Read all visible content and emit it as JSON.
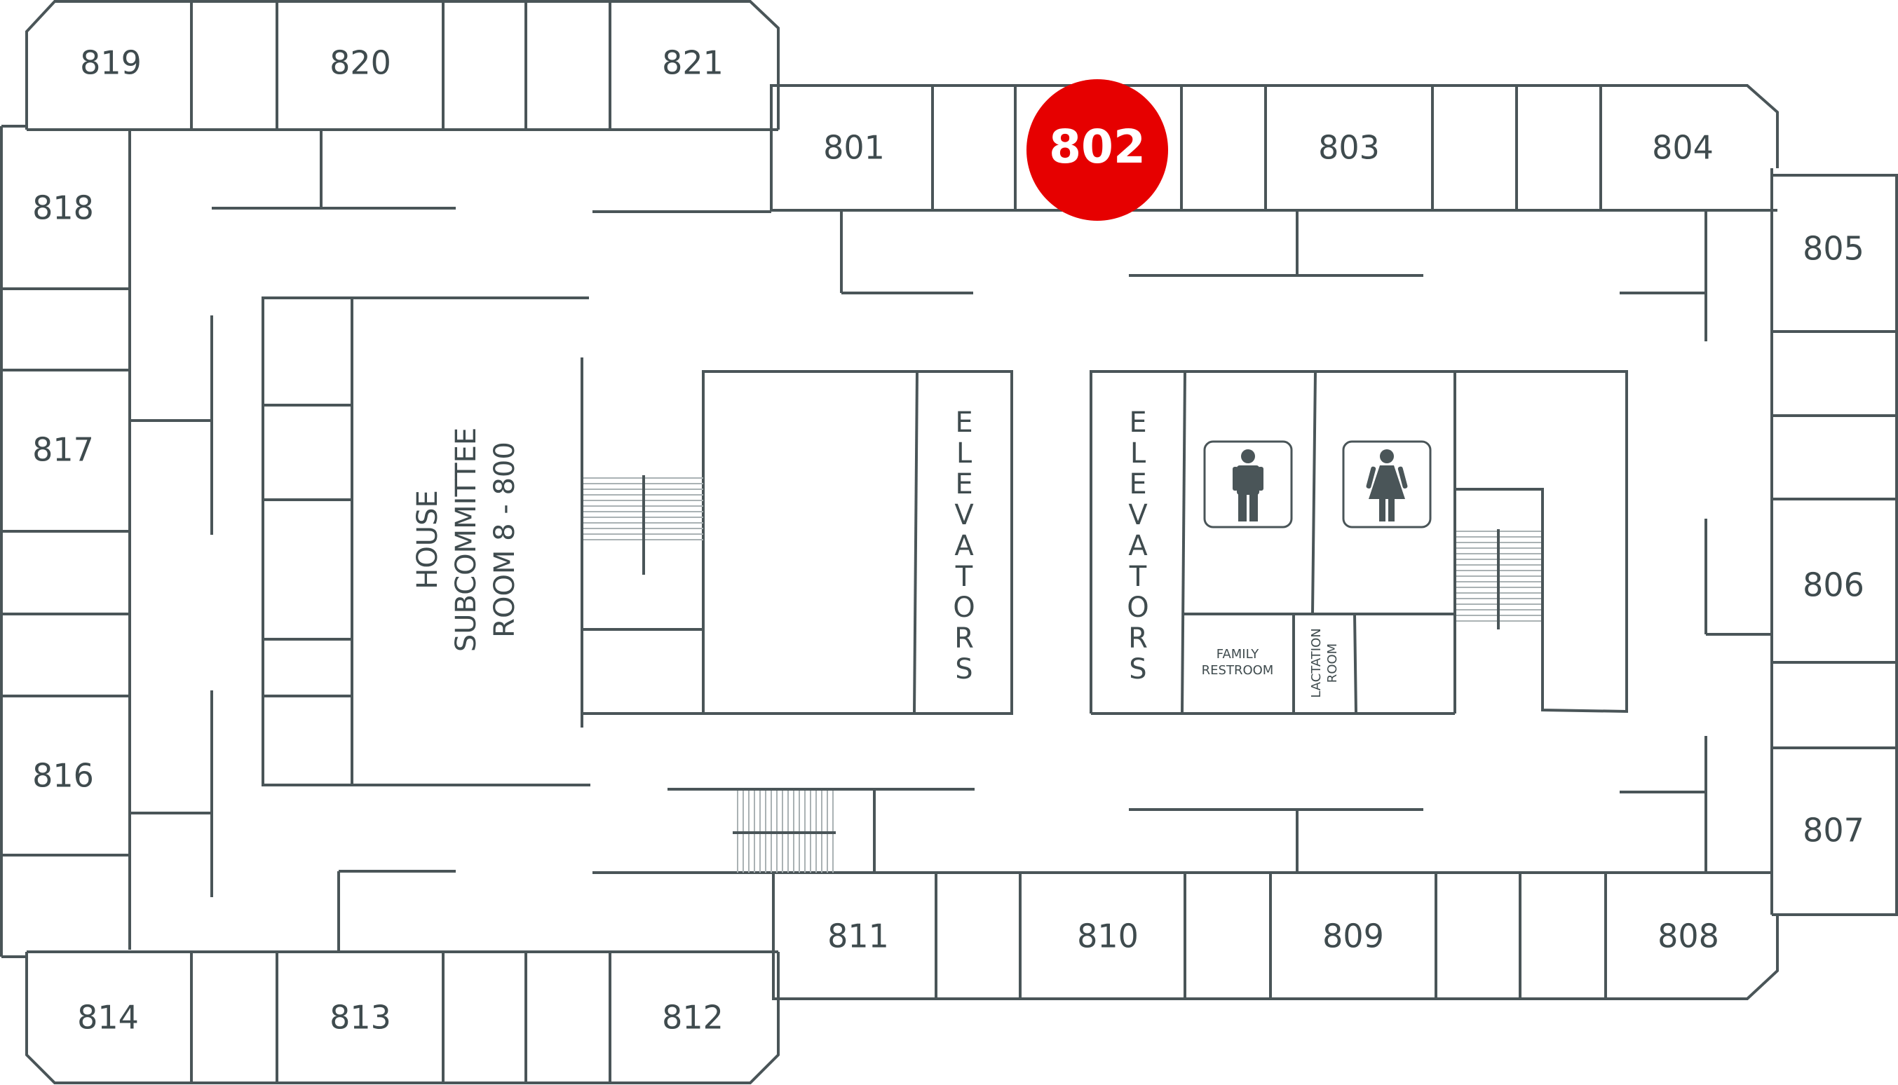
{
  "highlight": {
    "room": "802",
    "color": "#e60000"
  },
  "rooms": {
    "r819": "819",
    "r820": "820",
    "r821": "821",
    "r801": "801",
    "r802": "802",
    "r803": "803",
    "r804": "804",
    "r805": "805",
    "r806": "806",
    "r807": "807",
    "r808": "808",
    "r809": "809",
    "r810": "810",
    "r811": "811",
    "r812": "812",
    "r813": "813",
    "r814": "814",
    "r816": "816",
    "r817": "817",
    "r818": "818"
  },
  "subcommittee": {
    "line1": "HOUSE",
    "line2": "SUBCOMMITTEE",
    "line3": "ROOM 8 - 800"
  },
  "elevators_left": [
    "E",
    "L",
    "E",
    "V",
    "A",
    "T",
    "O",
    "R",
    "S"
  ],
  "elevators_right": [
    "E",
    "L",
    "E",
    "V",
    "A",
    "T",
    "O",
    "R",
    "S"
  ],
  "family": {
    "line1": "FAMILY",
    "line2": "RESTROOM"
  },
  "lactation": {
    "line1": "LACTATION",
    "line2": "ROOM"
  },
  "icons": {
    "men": "men-restroom-icon",
    "women": "women-restroom-icon"
  }
}
